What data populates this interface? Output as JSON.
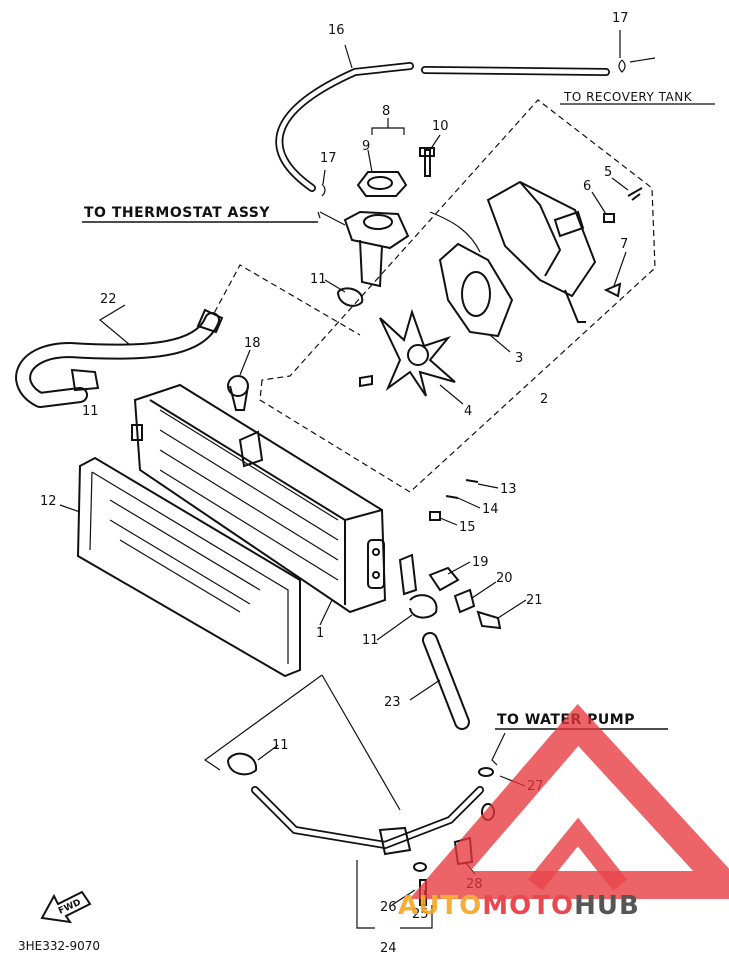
{
  "labels": {
    "to_recovery_tank": "TO RECOVERY TANK",
    "to_thermostat_assy": "TO THERMOSTAT ASSY",
    "to_water_pump": "TO WATER PUMP",
    "fwd": "FWD",
    "catalog_code": "3HE332-9070"
  },
  "part_numbers": {
    "p1": "1",
    "p2": "2",
    "p3": "3",
    "p4": "4",
    "p5": "5",
    "p6": "6",
    "p7": "7",
    "p8": "8",
    "p9": "9",
    "p10": "10",
    "p11": "11",
    "p12": "12",
    "p13": "13",
    "p14": "14",
    "p15": "15",
    "p16": "16",
    "p17": "17",
    "p18": "18",
    "p19": "19",
    "p20": "20",
    "p21": "21",
    "p22": "22",
    "p23": "23",
    "p24": "24",
    "p25": "25",
    "p26": "26",
    "p27": "27",
    "p28": "28"
  },
  "watermark": {
    "part1": "AUTO",
    "part2": "MOTO",
    "part3": "HUB",
    "colors": {
      "red": "#e8353b",
      "orange": "#f5a623",
      "gray": "#444444"
    }
  }
}
